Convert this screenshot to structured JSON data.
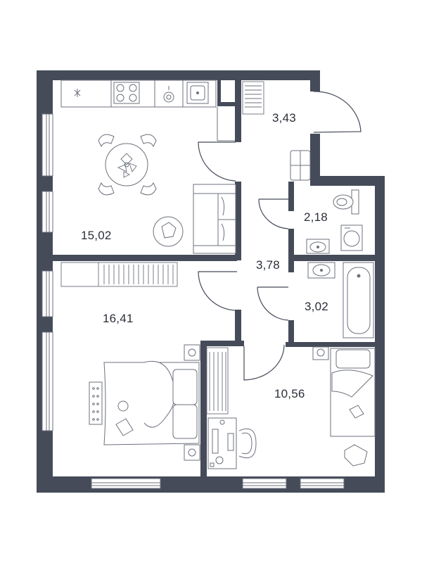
{
  "colors": {
    "wall": "#454b58",
    "line": "#6c717c",
    "fill": "#ffffff",
    "text": "#2b2f38"
  },
  "rooms": [
    {
      "id": "kitchen-living",
      "area": "15,02"
    },
    {
      "id": "storage",
      "area": "3,43"
    },
    {
      "id": "toilet",
      "area": "2,18"
    },
    {
      "id": "hallway",
      "area": "3,78"
    },
    {
      "id": "bathroom",
      "area": "3,02"
    },
    {
      "id": "bedroom",
      "area": "16,41"
    },
    {
      "id": "room",
      "area": "10,56"
    }
  ],
  "icons": [
    "stove-icon",
    "sink-icon",
    "table-icon",
    "sofa-icon",
    "bed-icon",
    "toilet-icon",
    "washing-machine-icon",
    "bathtub-icon",
    "desk-icon",
    "chair-icon",
    "plant-icon",
    "wardrobe-icon"
  ]
}
